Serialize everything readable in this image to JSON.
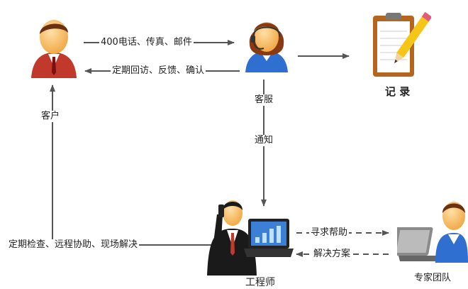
{
  "nodes": {
    "customer": {
      "label": "客户",
      "icon": "customer-person-icon"
    },
    "service": {
      "label": "客服",
      "icon": "headset-agent-icon"
    },
    "record": {
      "label": "记 录",
      "icon": "clipboard-pencil-icon"
    },
    "engineer": {
      "label": "工程师",
      "icon": "engineer-phone-laptop-icon"
    },
    "experts": {
      "label": "专家团队",
      "icon": "expert-laptop-icon"
    }
  },
  "edges": {
    "contact": "400电话、传真、邮件",
    "followup": "定期回访、反馈、确认",
    "notify": "通知",
    "seek_help": "寻求帮助",
    "solution": "解决方案",
    "onsite": "定期检查、远程协助、现场解决"
  },
  "colors": {
    "arrow": "#555555",
    "customer_shirt": "#c0392b",
    "agent_shirt": "#2f6fd0",
    "board": "#b5651d"
  }
}
